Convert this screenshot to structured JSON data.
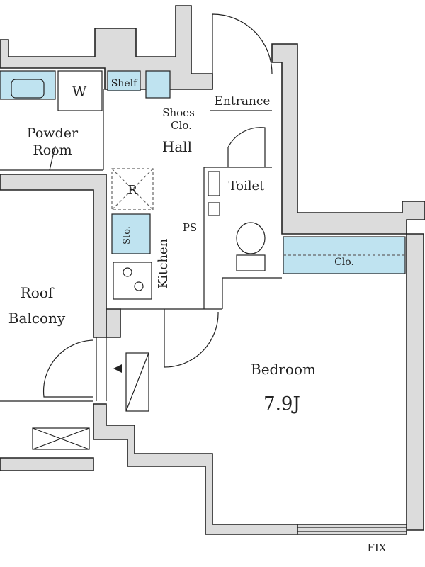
{
  "plan": {
    "rooms": {
      "powder_room_line1": "Powder",
      "powder_room_line2": "Room",
      "washer": "W",
      "shelf": "Shelf",
      "shoes_line1": "Shoes",
      "shoes_line2": "Clo.",
      "hall": "Hall",
      "entrance": "Entrance",
      "fridge": "R",
      "toilet": "Toilet",
      "ps": "PS",
      "storage": "Sto.",
      "kitchen": "Kitchen",
      "roof_balcony_line1": "Roof",
      "roof_balcony_line2": "Balcony",
      "closet": "Clo.",
      "bedroom": "Bedroom",
      "bedroom_size": "7.9J",
      "fix": "FIX"
    },
    "colors": {
      "wall_fill": "#dcdcdc",
      "storage_blue": "#bfe3f0",
      "line": "#222222"
    }
  }
}
